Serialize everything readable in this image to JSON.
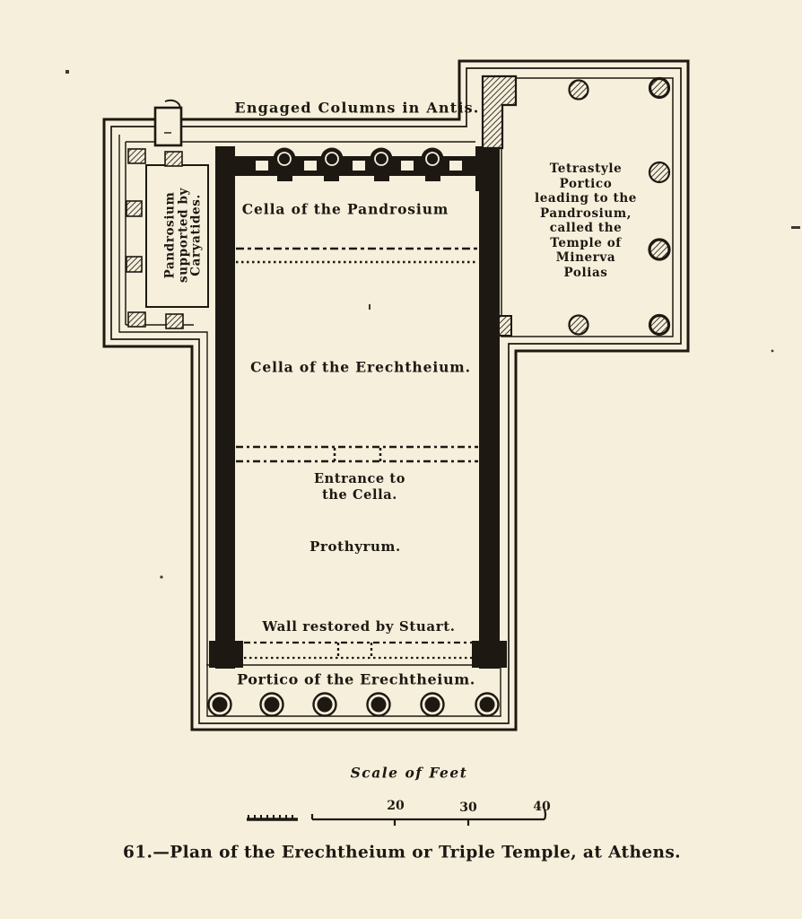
{
  "figure": {
    "caption": "61.—Plan of the Erechtheium or Triple Temple, at Athens.",
    "labels": {
      "engaged_columns": "Engaged Columns in Antis.",
      "cella_pandrosium": "Cella of the Pandrosium",
      "cella_erechtheium": "Cella of the Erechtheium.",
      "entrance_lines": [
        "Entrance to",
        "the Cella."
      ],
      "prothyrum": "Prothyrum.",
      "wall_restored": "Wall restored by Stuart.",
      "portico_erechtheium": "Portico of the Erechtheium.",
      "pandrosium_lines": [
        "Pandrosium",
        "supported by",
        "Caryatides."
      ],
      "tetrastyle_lines": [
        "Tetrastyle",
        "Portico",
        "leading to the",
        "Pandrosium,",
        "called the",
        "Temple of",
        "Minerva",
        "Polias"
      ]
    },
    "scale": {
      "title": "Scale of Feet",
      "tick_20": "20",
      "tick_30": "30",
      "tick_40": "40"
    },
    "colors": {
      "paper": "#f5efdb",
      "ink": "#1d1812"
    }
  }
}
